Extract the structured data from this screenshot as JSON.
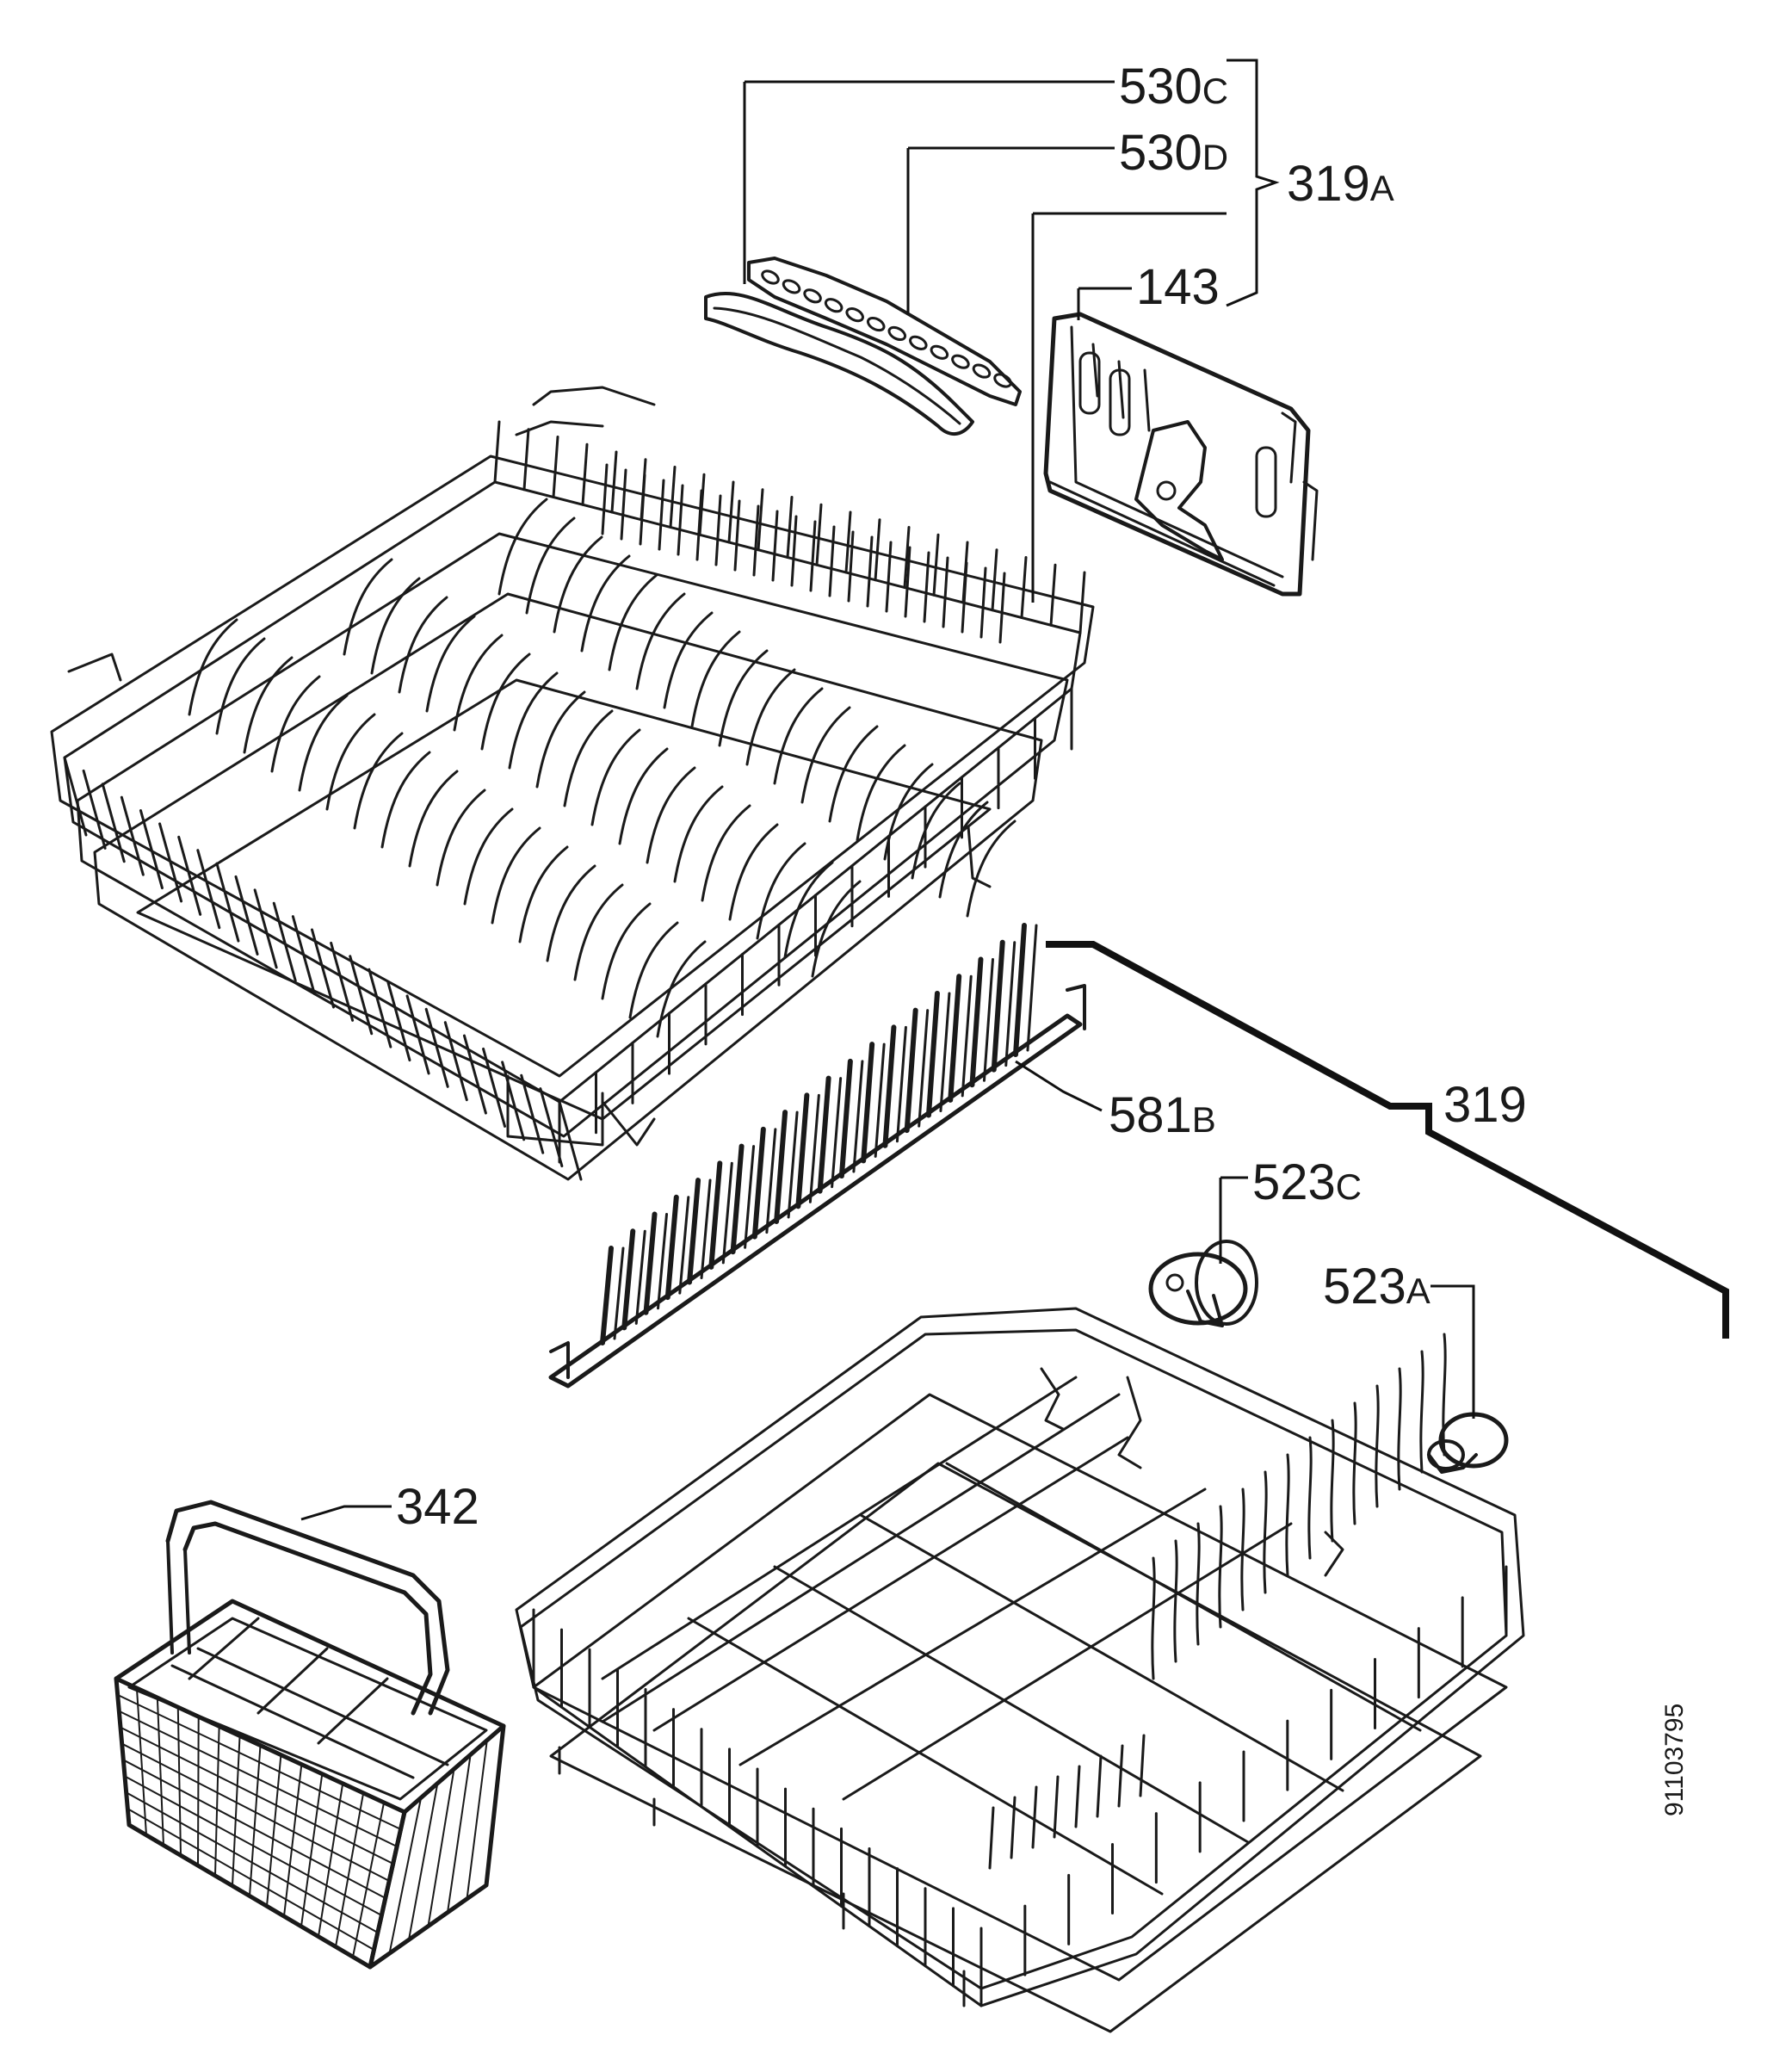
{
  "labels": {
    "530C": {
      "num": "530",
      "suf": "C"
    },
    "530D": {
      "num": "530",
      "suf": "D"
    },
    "319A": {
      "num": "319",
      "suf": "A"
    },
    "143": {
      "num": "143",
      "suf": ""
    },
    "581B": {
      "num": "581",
      "suf": "B"
    },
    "319": {
      "num": "319",
      "suf": ""
    },
    "523C": {
      "num": "523",
      "suf": "C"
    },
    "523A": {
      "num": "523",
      "suf": "A"
    },
    "342": {
      "num": "342",
      "suf": ""
    }
  },
  "drawing_number": "91103795"
}
